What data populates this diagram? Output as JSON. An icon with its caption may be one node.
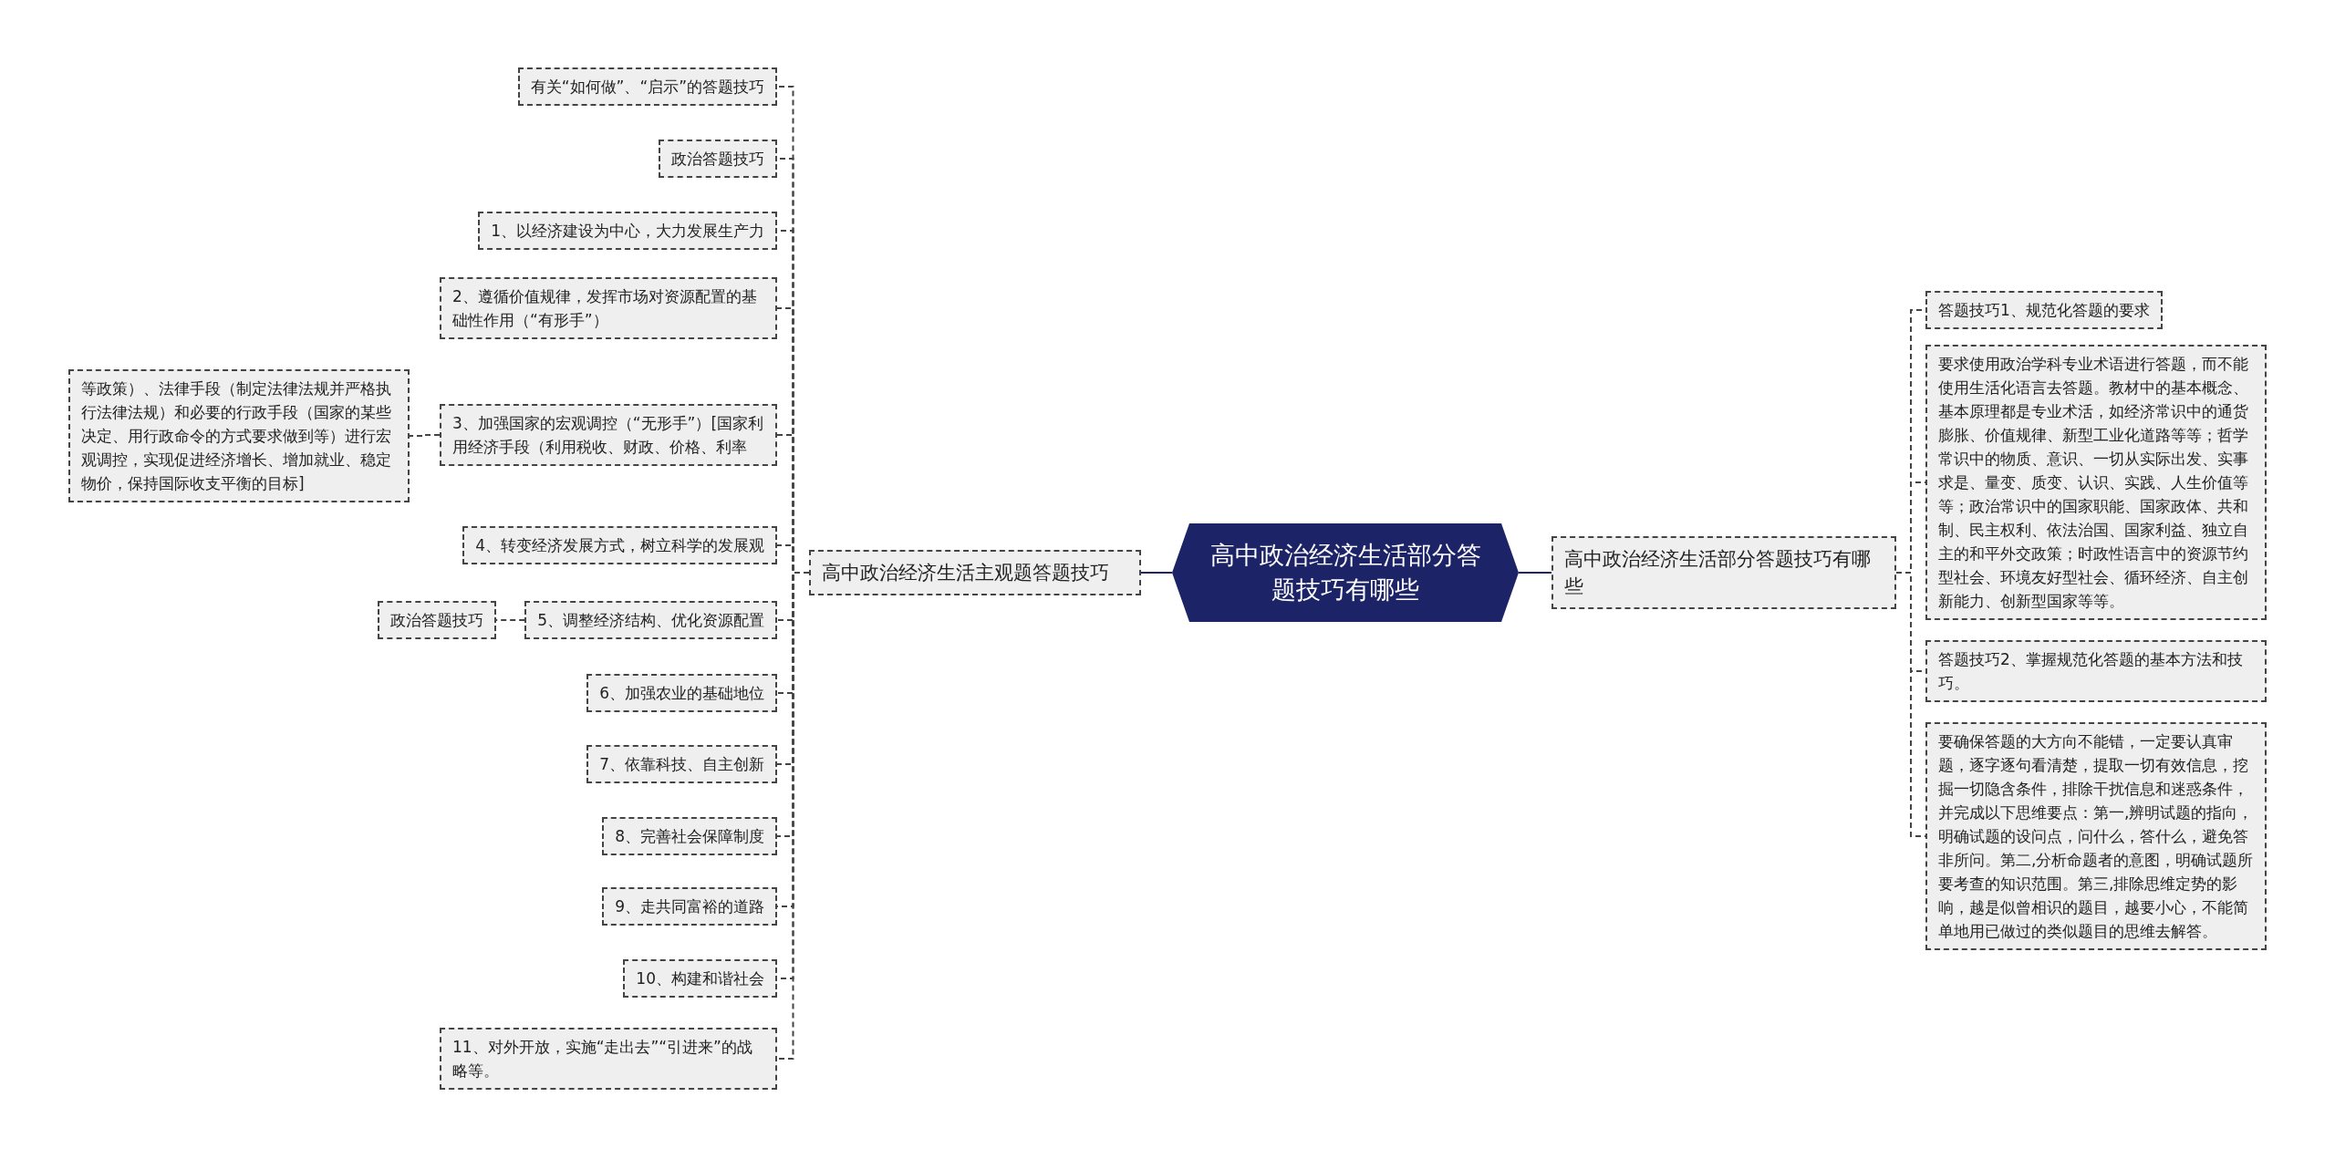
{
  "diagram": {
    "nodes": [
      {
        "text": [
          "高中政治经济生活部分答题技巧有哪些"
        ]
      },
      {
        "text": [
          "高中政治经济生活主观题答题技巧"
        ]
      },
      {
        "text": [
          "有关“如何做”、“启示”的答题技巧"
        ]
      },
      {
        "text": [
          "政治答题技巧"
        ]
      },
      {
        "text": [
          "1、以经济建设为中心，大力发展生产力"
        ]
      },
      {
        "text": [
          "2、遵循价值规律，发挥市场对资源配置的基础性作用（“有形手”）"
        ]
      },
      {
        "text": [
          "3、加强国家的宏观调控（“无形手”）[国家利用经济手段（利用税收、财政、价格、利率"
        ]
      },
      {
        "text": [
          "等政策）、法律手段（制定法律法规并严格执行法律法规）和必要的行政手段（国家的某些决定、用行政命令的方式要求做到等）进行宏观调控，实现促进经济增长、增加就业、稳定物价，保持国际收支平衡的目标]"
        ]
      },
      {
        "text": [
          "4、转变经济发展方式，树立科学的发展观"
        ]
      },
      {
        "text": [
          "5、调整经济结构、优化资源配置"
        ]
      },
      {
        "text": [
          "政治答题技巧"
        ]
      },
      {
        "text": [
          "6、加强农业的基础地位"
        ]
      },
      {
        "text": [
          "7、依靠科技、自主创新"
        ]
      },
      {
        "text": [
          "8、完善社会保障制度"
        ]
      },
      {
        "text": [
          "9、走共同富裕的道路"
        ]
      },
      {
        "text": [
          "10、构建和谐社会"
        ]
      },
      {
        "text": [
          "11、对外开放，实施“走出去”“引进来”的战略等。"
        ]
      },
      {
        "text": [
          "高中政治经济生活部分答题技巧有哪些"
        ]
      },
      {
        "text": [
          "答题技巧1、规范化答题的要求"
        ]
      },
      {
        "text": [
          "要求使用政治学科专业术语进行答题，而不能使用生活化语言去答题。教材中的基本概念、基本原理都是专业术活，如经济常识中的通货膨胀、价值规律、新型工业化道路等等；哲学常识中的物质、意识、一切从实际出发、实事求是、量变、质变、认识、实践、人生价值等等；政治常识中的国家职能、国家政体、共和制、民主权利、依法治国、国家利益、独立自主的和平外交政策；时政性语言中的资源节约型社会、环境友好型社会、循环经济、自主创新能力、创新型国家等等。"
        ]
      },
      {
        "text": [
          "答题技巧2、掌握规范化答题的基本方法和技巧。"
        ]
      },
      {
        "text": [
          "要确保答题的大方向不能错，一定要认真审题，逐字逐句看清楚，提取一切有效信息，挖掘一切隐含条件，排除干扰信息和迷惑条件，并完成以下思维要点：第一,辨明试题的指向，明确试题的设问点，问什么，答什么，避免答非所问。第二,分析命题者的意图，明确试题所要考查的知识范围。第三,排除思维定势的影响，越是似曾相识的题目，越要小心，不能简单地用已做过的类似题目的思维去解答。"
        ]
      }
    ],
    "edges": [
      {
        "from": 0,
        "to": 1,
        "arrow": "none",
        "color": "#1c2366"
      },
      {
        "from": 1,
        "to": 2,
        "arrow": "none",
        "style": "dashed"
      },
      {
        "from": 1,
        "to": 3,
        "arrow": "none",
        "style": "dashed"
      },
      {
        "from": 1,
        "to": 4,
        "arrow": "none",
        "style": "dashed"
      },
      {
        "from": 1,
        "to": 5,
        "arrow": "none",
        "style": "dashed"
      },
      {
        "from": 1,
        "to": 6,
        "arrow": "none",
        "style": "dashed"
      },
      {
        "from": 6,
        "to": 7,
        "arrow": "none",
        "style": "dashed"
      },
      {
        "from": 1,
        "to": 8,
        "arrow": "none",
        "style": "dashed"
      },
      {
        "from": 1,
        "to": 9,
        "arrow": "none",
        "style": "dashed"
      },
      {
        "from": 9,
        "to": 10,
        "arrow": "none",
        "style": "dashed"
      },
      {
        "from": 1,
        "to": 11,
        "arrow": "none",
        "style": "dashed"
      },
      {
        "from": 1,
        "to": 12,
        "arrow": "none",
        "style": "dashed"
      },
      {
        "from": 1,
        "to": 13,
        "arrow": "none",
        "style": "dashed"
      },
      {
        "from": 1,
        "to": 14,
        "arrow": "none",
        "style": "dashed"
      },
      {
        "from": 1,
        "to": 15,
        "arrow": "none",
        "style": "dashed"
      },
      {
        "from": 1,
        "to": 16,
        "arrow": "none",
        "style": "dashed"
      },
      {
        "from": 0,
        "to": 17,
        "arrow": "none",
        "color": "#1c2366"
      },
      {
        "from": 17,
        "to": 18,
        "arrow": "none",
        "style": "dashed"
      },
      {
        "from": 17,
        "to": 19,
        "arrow": "none",
        "style": "dashed"
      },
      {
        "from": 17,
        "to": 20,
        "arrow": "none",
        "style": "dashed"
      },
      {
        "from": 17,
        "to": 21,
        "arrow": "none",
        "style": "dashed"
      }
    ]
  }
}
